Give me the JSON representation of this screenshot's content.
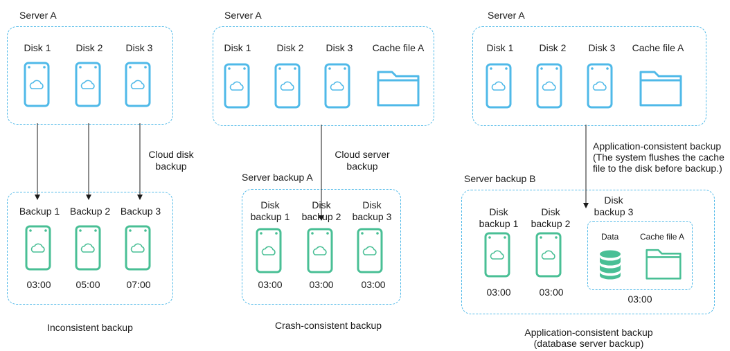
{
  "colors": {
    "disk_blue": "#4fb9e8",
    "backup_green": "#49bf95",
    "border_dashed": "#4fb9e8",
    "arrow": "#1a1a1a"
  },
  "icons": {
    "disk": "cloud-disk-icon",
    "folder": "folder-icon",
    "database": "database-icon"
  },
  "panel1": {
    "server_label": "Server A",
    "disks": [
      "Disk 1",
      "Disk 2",
      "Disk 3"
    ],
    "arrow_label": "Cloud disk backup",
    "backups": [
      "Backup 1",
      "Backup 2",
      "Backup 3"
    ],
    "times": [
      "03:00",
      "05:00",
      "07:00"
    ],
    "caption": "Inconsistent backup"
  },
  "panel2": {
    "server_label": "Server A",
    "disks": [
      "Disk 1",
      "Disk 2",
      "Disk 3"
    ],
    "cache_label": "Cache file A",
    "arrow_label": "Cloud server backup",
    "backup_group_label": "Server backup A",
    "backups": [
      "Disk backup 1",
      "Disk backup 2",
      "Disk backup 3"
    ],
    "times": [
      "03:00",
      "03:00",
      "03:00"
    ],
    "caption": "Crash-consistent backup"
  },
  "panel3": {
    "server_label": "Server A",
    "disks": [
      "Disk 1",
      "Disk 2",
      "Disk 3"
    ],
    "cache_label": "Cache file A",
    "arrow_label": "Application-consistent backup\n(The system flushes the cache\nfile to the disk before backup.)",
    "backup_group_label": "Server backup B",
    "backups": [
      "Disk backup 1",
      "Disk backup 2"
    ],
    "times": [
      "03:00",
      "03:00"
    ],
    "backup3_label": "Disk backup 3",
    "data_label": "Data",
    "backup3_cache_label": "Cache file A",
    "backup3_time": "03:00",
    "caption": "Application-consistent backup\n(database server backup)"
  }
}
